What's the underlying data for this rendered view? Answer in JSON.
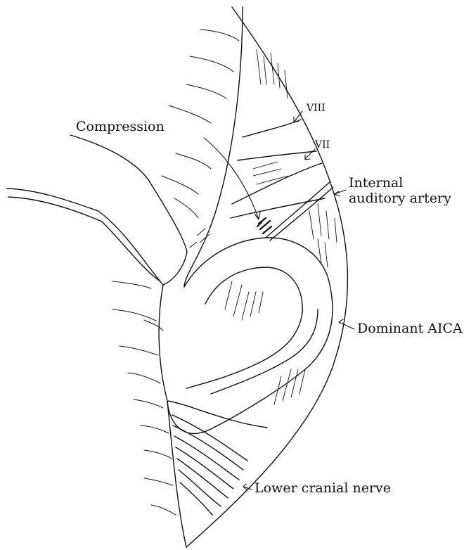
{
  "labels": {
    "compression": "Compression",
    "viii": "VIII",
    "vii": "VII",
    "internal_auditory_artery_1": "Internal",
    "internal_auditory_artery_2": "auditory artery",
    "dominant_aica": "Dominant AICA",
    "lower_cranial_nerve": "Lower cranial nerve"
  },
  "colors": {
    "ink": "#111111",
    "paper": "#ffffff"
  }
}
